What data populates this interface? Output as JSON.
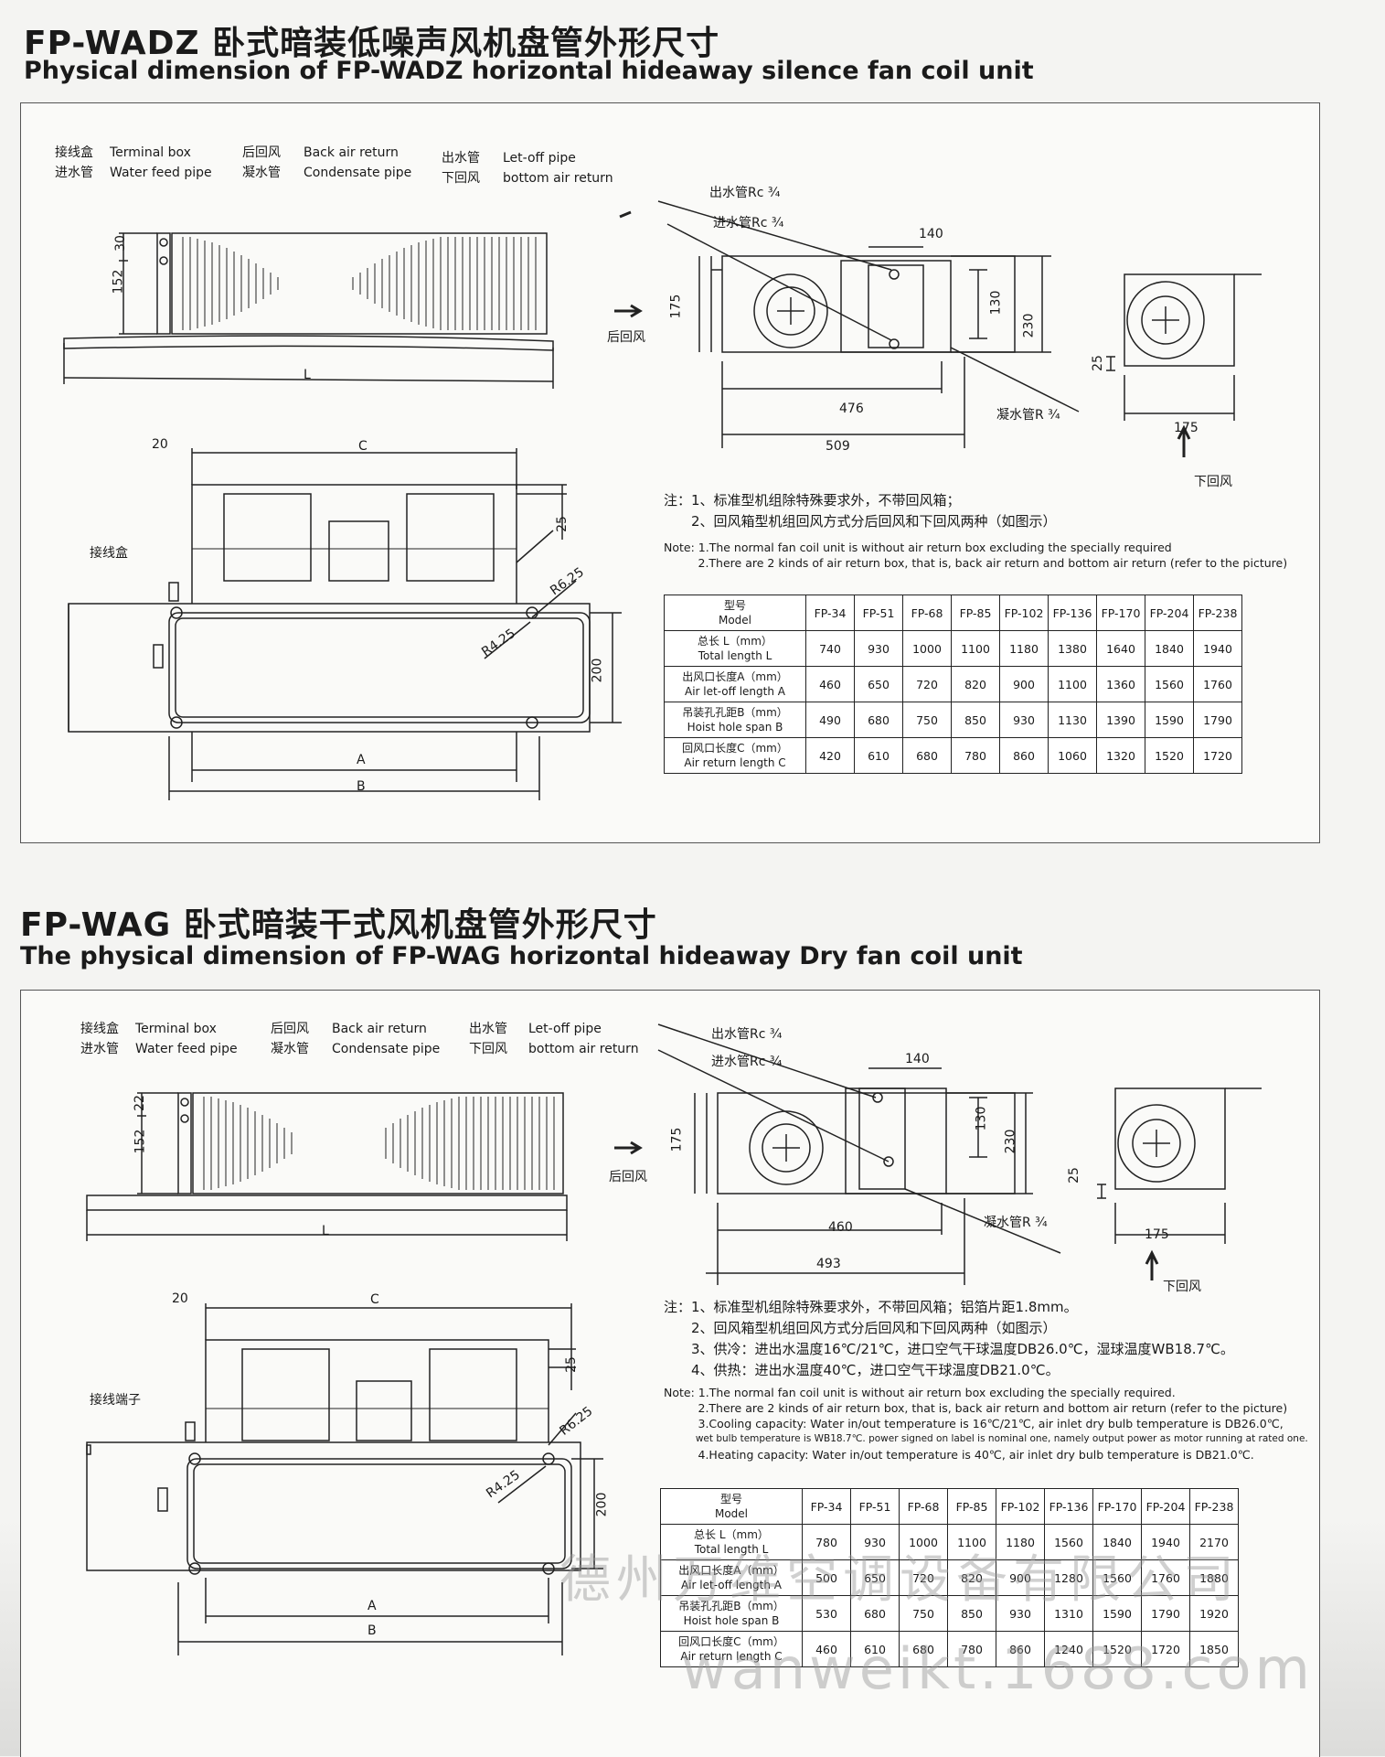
{
  "section1": {
    "title_zh": "FP-WADZ 卧式暗装低噪声风机盘管外形尺寸",
    "title_en": "Physical dimension of FP-WADZ horizontal hideaway silence fan coil unit",
    "legend": {
      "terminal_box_zh": "接线盒",
      "terminal_box_en": "Terminal box",
      "water_feed_zh": "进水管",
      "water_feed_en": "Water feed pipe",
      "back_air_zh": "后回风",
      "back_air_en": "Back air return",
      "condensate_zh": "凝水管",
      "condensate_en": "Condensate pipe",
      "letoff_zh": "出水管",
      "letoff_en": "Let-off pipe",
      "bottom_air_zh": "下回风",
      "bottom_air_en": "bottom air return"
    },
    "dims": {
      "side_30": "30",
      "side_152": "152",
      "side_L": "L",
      "top_20": "20",
      "top_C": "C",
      "top_25": "25",
      "top_200": "200",
      "top_A": "A",
      "top_B": "B",
      "r625": "R6.25",
      "r425": "R4.25",
      "terminal_box_label": "接线盒",
      "outlet_pipe": "出水管Rc ¾",
      "inlet_pipe": "进水管Rc ¾",
      "d140": "140",
      "d175": "175",
      "d130": "130",
      "d230": "230",
      "d476": "476",
      "d509": "509",
      "cond_pipe": "凝水管R ¾",
      "d25": "25",
      "d175b": "175",
      "back_return": "后回风",
      "bottom_return": "下回风"
    },
    "notes_zh": [
      "注：1、标准型机组除特殊要求外，不带回风箱；",
      "　　2、回风箱型机组回风方式分后回风和下回风两种（如图示）"
    ],
    "notes_en": [
      "Note: 1.The normal fan coil unit is without air return box excluding the specially required",
      "　　　2.There are 2 kinds of air return box, that is, back air return and bottom air return (refer to the picture)"
    ],
    "table": {
      "head_zh": "型号",
      "head_en": "Model",
      "models": [
        "FP-34",
        "FP-51",
        "FP-68",
        "FP-85",
        "FP-102",
        "FP-136",
        "FP-170",
        "FP-204",
        "FP-238"
      ],
      "rows": [
        {
          "zh": "总长 L（mm）",
          "en": "Total length L",
          "values": [
            "740",
            "930",
            "1000",
            "1100",
            "1180",
            "1380",
            "1640",
            "1840",
            "1940"
          ]
        },
        {
          "zh": "出风口长度A（mm）",
          "en": "Air let-off length A",
          "values": [
            "460",
            "650",
            "720",
            "820",
            "900",
            "1100",
            "1360",
            "1560",
            "1760"
          ]
        },
        {
          "zh": "吊装孔孔距B（mm）",
          "en": "Hoist hole span B",
          "values": [
            "490",
            "680",
            "750",
            "850",
            "930",
            "1130",
            "1390",
            "1590",
            "1790"
          ]
        },
        {
          "zh": "回风口长度C（mm）",
          "en": "Air return length C",
          "values": [
            "420",
            "610",
            "680",
            "780",
            "860",
            "1060",
            "1320",
            "1520",
            "1720"
          ]
        }
      ]
    }
  },
  "section2": {
    "title_zh": "FP-WAG 卧式暗装干式风机盘管外形尺寸",
    "title_en": "The physical dimension of FP-WAG horizontal hideaway Dry fan coil unit",
    "legend": {
      "terminal_box_zh": "接线盒",
      "terminal_box_en": "Terminal box",
      "water_feed_zh": "进水管",
      "water_feed_en": "Water feed pipe",
      "back_air_zh": "后回风",
      "back_air_en": "Back air return",
      "condensate_zh": "凝水管",
      "condensate_en": "Condensate pipe",
      "letoff_zh": "出水管",
      "letoff_en": "Let-off pipe",
      "bottom_air_zh": "下回风",
      "bottom_air_en": "bottom air return"
    },
    "dims": {
      "side_22": "22",
      "side_152": "152",
      "side_L": "L",
      "top_20": "20",
      "top_C": "C",
      "top_25": "25",
      "top_200": "200",
      "top_A": "A",
      "top_B": "B",
      "r625": "R6.25",
      "r425": "R4.25",
      "terminal_label": "接线端子",
      "outlet_pipe": "出水管Rc ¾",
      "inlet_pipe": "进水管Rc ¾",
      "d140": "140",
      "d175": "175",
      "d130": "130",
      "d230": "230",
      "d460": "460",
      "d493": "493",
      "cond_pipe": "凝水管R ¾",
      "d25": "25",
      "d175b": "175",
      "back_return": "后回风",
      "bottom_return": "下回风"
    },
    "notes_zh": [
      "注：1、标准型机组除特殊要求外，不带回风箱；铝箔片距1.8mm。",
      "　　2、回风箱型机组回风方式分后回风和下回风两种（如图示）",
      "　　3、供冷：进出水温度16℃/21℃，进口空气干球温度DB26.0℃，湿球温度WB18.7℃。",
      "　　4、供热：进出水温度40℃，进口空气干球温度DB21.0℃。"
    ],
    "notes_en": [
      "Note: 1.The normal fan coil unit is without air return box excluding the specially required.",
      "　　　2.There are 2 kinds of air return box, that is, back air return and bottom air return (refer to the picture)",
      "　　　3.Cooling capacity: Water in/out temperature is 16℃/21℃, air inlet dry bulb temperature is DB26.0℃,",
      "　　　 wet bulb temperature is WB18.7℃.  power signed on label is nominal one, namely output power as motor running at rated one.",
      "　　　4.Heating capacity: Water in/out temperature is 40℃, air inlet dry bulb temperature is DB21.0℃."
    ],
    "table": {
      "head_zh": "型号",
      "head_en": "Model",
      "models": [
        "FP-34",
        "FP-51",
        "FP-68",
        "FP-85",
        "FP-102",
        "FP-136",
        "FP-170",
        "FP-204",
        "FP-238"
      ],
      "rows": [
        {
          "zh": "总长 L（mm）",
          "en": "Total length L",
          "values": [
            "780",
            "930",
            "1000",
            "1100",
            "1180",
            "1560",
            "1840",
            "1940",
            "2170"
          ]
        },
        {
          "zh": "出风口长度A（mm）",
          "en": "Air let-off length A",
          "values": [
            "500",
            "650",
            "720",
            "820",
            "900",
            "1280",
            "1560",
            "1760",
            "1880"
          ]
        },
        {
          "zh": "吊装孔孔距B（mm）",
          "en": "Hoist hole span B",
          "values": [
            "530",
            "680",
            "750",
            "850",
            "930",
            "1310",
            "1590",
            "1790",
            "1920"
          ]
        },
        {
          "zh": "回风口长度C（mm）",
          "en": "Air return length C",
          "values": [
            "460",
            "610",
            "680",
            "780",
            "860",
            "1240",
            "1520",
            "1720",
            "1850"
          ]
        }
      ]
    }
  },
  "watermark": {
    "company": "德州万维空调设备有限公司",
    "site": "wanweikt.1688.com"
  }
}
